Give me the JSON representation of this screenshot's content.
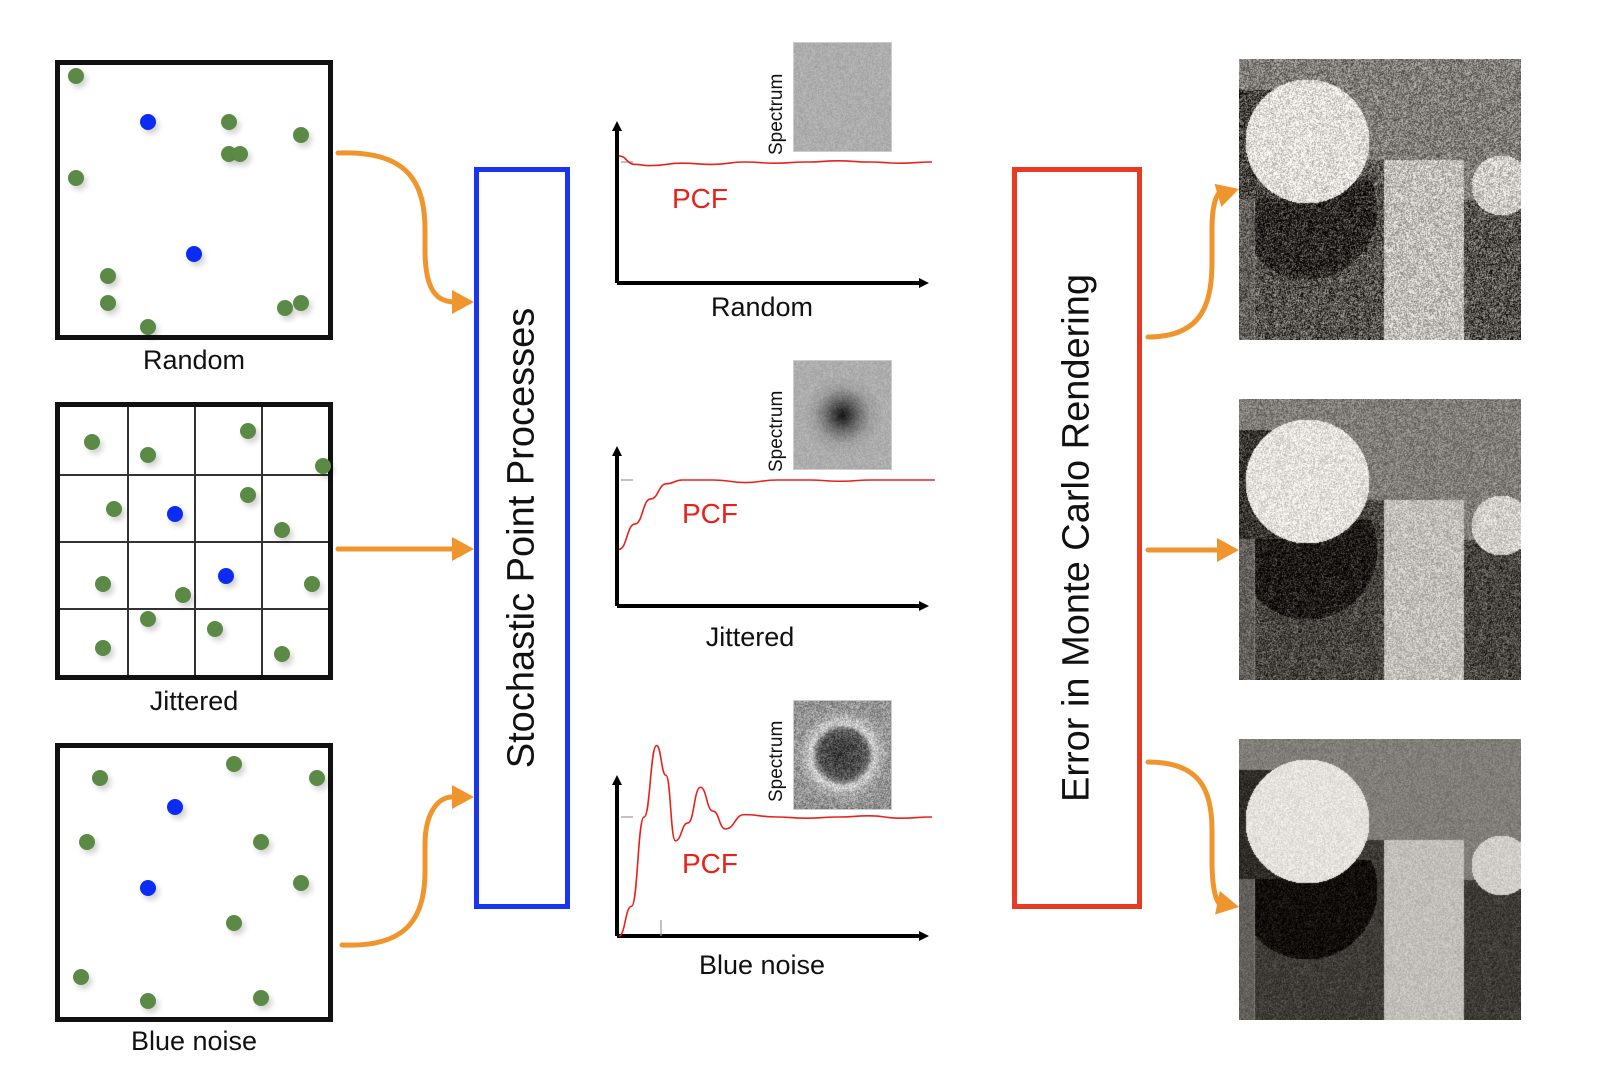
{
  "colors": {
    "sample_green": "#5a8a45",
    "sample_blue": "#0a2cf5",
    "arrow_orange": "#f0952e",
    "stage1_border": "#1a35f0",
    "stage2_border": "#e83a22",
    "pcf_red": "#e8221a"
  },
  "samplers": [
    {
      "name": "Random",
      "grid": false,
      "green_points": [
        [
          0.06,
          0.04
        ],
        [
          0.63,
          0.21
        ],
        [
          0.9,
          0.26
        ],
        [
          0.63,
          0.33
        ],
        [
          0.67,
          0.33
        ],
        [
          0.06,
          0.42
        ],
        [
          0.18,
          0.78
        ],
        [
          0.18,
          0.88
        ],
        [
          0.33,
          0.97
        ],
        [
          0.84,
          0.9
        ],
        [
          0.9,
          0.88
        ]
      ],
      "blue_points": [
        [
          0.33,
          0.21
        ],
        [
          0.5,
          0.7
        ]
      ]
    },
    {
      "name": "Jittered",
      "grid": true,
      "grid_divisions": 4,
      "green_points": [
        [
          0.12,
          0.13
        ],
        [
          0.33,
          0.18
        ],
        [
          0.7,
          0.09
        ],
        [
          0.98,
          0.22
        ],
        [
          0.2,
          0.38
        ],
        [
          0.7,
          0.33
        ],
        [
          0.83,
          0.46
        ],
        [
          0.16,
          0.66
        ],
        [
          0.46,
          0.7
        ],
        [
          0.94,
          0.66
        ],
        [
          0.33,
          0.79
        ],
        [
          0.58,
          0.83
        ],
        [
          0.16,
          0.9
        ],
        [
          0.83,
          0.92
        ]
      ],
      "blue_points": [
        [
          0.43,
          0.4
        ],
        [
          0.62,
          0.63
        ]
      ]
    },
    {
      "name": "Blue noise",
      "grid": false,
      "green_points": [
        [
          0.15,
          0.11
        ],
        [
          0.65,
          0.06
        ],
        [
          0.96,
          0.11
        ],
        [
          0.1,
          0.35
        ],
        [
          0.75,
          0.35
        ],
        [
          0.9,
          0.5
        ],
        [
          0.65,
          0.65
        ],
        [
          0.08,
          0.85
        ],
        [
          0.33,
          0.94
        ],
        [
          0.75,
          0.93
        ]
      ],
      "blue_points": [
        [
          0.43,
          0.22
        ],
        [
          0.33,
          0.52
        ]
      ]
    }
  ],
  "stages": {
    "point_processes": "Stochastic Point Processes",
    "rendering_error": "Error in Monte Carlo Rendering"
  },
  "graphs": [
    {
      "label": "Random",
      "pcf_label": "PCF",
      "spectrum_label": "Spectrum",
      "spectrum_type": "flat"
    },
    {
      "label": "Jittered",
      "pcf_label": "PCF",
      "spectrum_label": "Spectrum",
      "spectrum_type": "dark-center"
    },
    {
      "label": "Blue noise",
      "pcf_label": "PCF",
      "spectrum_label": "Spectrum",
      "spectrum_type": "ring"
    }
  ],
  "chart_data": [
    {
      "type": "line",
      "title": "Random",
      "series": [
        {
          "name": "PCF",
          "x": [
            0,
            0.05,
            0.1,
            0.2,
            0.3,
            0.4,
            0.5,
            0.6,
            0.7,
            0.8,
            0.9,
            1.0
          ],
          "values": [
            1.05,
            0.98,
            0.97,
            0.99,
            0.98,
            1.0,
            0.99,
            1.0,
            1.01,
            1.0,
            0.99,
            1.0
          ]
        }
      ],
      "xlabel": "Random",
      "ylabel": "",
      "ylim": [
        0,
        1.6
      ]
    },
    {
      "type": "line",
      "title": "Jittered",
      "series": [
        {
          "name": "PCF",
          "x": [
            0,
            0.05,
            0.1,
            0.15,
            0.2,
            0.3,
            0.4,
            0.5,
            0.6,
            0.7,
            0.8,
            0.9,
            1.0
          ],
          "values": [
            0.45,
            0.65,
            0.85,
            0.97,
            1.0,
            1.0,
            0.98,
            1.0,
            1.0,
            0.99,
            1.0,
            1.0,
            1.0
          ]
        }
      ],
      "xlabel": "Jittered",
      "ylabel": "",
      "ylim": [
        0,
        1.6
      ]
    },
    {
      "type": "line",
      "title": "Blue noise",
      "series": [
        {
          "name": "PCF",
          "x": [
            0,
            0.04,
            0.08,
            0.12,
            0.15,
            0.18,
            0.22,
            0.26,
            0.3,
            0.34,
            0.4,
            0.5,
            0.6,
            0.7,
            0.8,
            0.9,
            1.0
          ],
          "values": [
            0,
            0.25,
            1.0,
            1.6,
            1.35,
            0.8,
            0.95,
            1.25,
            1.05,
            0.9,
            1.02,
            1.0,
            0.99,
            1.0,
            1.01,
            0.99,
            1.0
          ]
        }
      ],
      "xlabel": "Blue noise",
      "ylabel": "",
      "ylim": [
        0,
        1.7
      ]
    }
  ],
  "renders": [
    {
      "name": "render-random",
      "noise_level": "high"
    },
    {
      "name": "render-jittered",
      "noise_level": "medium"
    },
    {
      "name": "render-blue-noise",
      "noise_level": "low"
    }
  ]
}
